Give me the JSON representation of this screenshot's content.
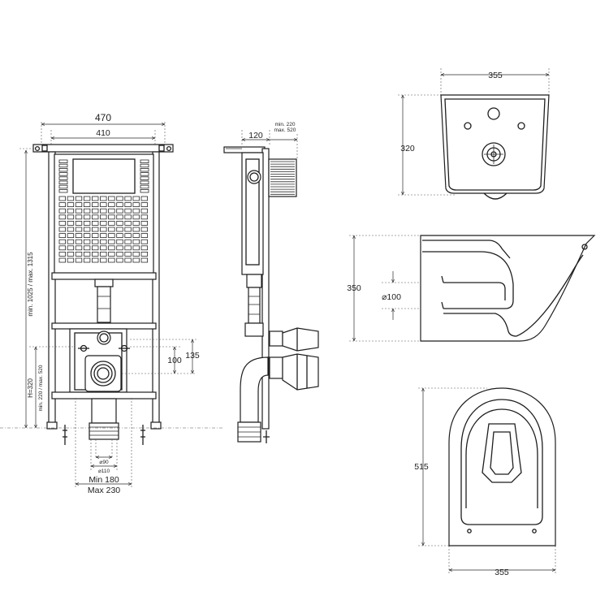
{
  "front": {
    "width_total": "470",
    "width_inner": "410",
    "height_range": "min. 1025 / max. 1315",
    "h_label": "H=320",
    "h_range": "min. 220 / max. 520",
    "dim_100": "100",
    "dim_135": "135",
    "dia_90": "⌀90",
    "dia_110": "⌀110",
    "min_label": "Min 180",
    "max_label": "Max 230"
  },
  "side": {
    "depth": "120",
    "range_min": "min. 220",
    "range_max": "max. 520"
  },
  "top_view": {
    "width": "355",
    "height": "320"
  },
  "bowl_side": {
    "height": "350",
    "outlet_dia": "⌀100"
  },
  "bowl_plan": {
    "length": "515",
    "width": "355"
  }
}
